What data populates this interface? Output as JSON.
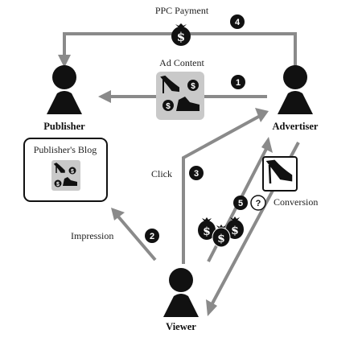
{
  "labels": {
    "ppc_payment": "PPC Payment",
    "ad_content": "Ad Content",
    "publisher": "Publisher",
    "advertiser": "Advertiser",
    "publishers_blog": "Publisher's Blog",
    "click": "Click",
    "impression": "Impression",
    "conversion": "Conversion",
    "viewer": "Viewer"
  },
  "steps": {
    "one": "1",
    "two": "2",
    "three": "3",
    "four": "4",
    "five": "5",
    "unknown": "?"
  },
  "symbols": {
    "dollar": "$"
  },
  "colors": {
    "arrow": "#8a8a8a",
    "figure": "#111111",
    "ad_box": "#c9c9c9",
    "badge": "#111111"
  },
  "icons": [
    "money-bag-icon",
    "high-heel-shoe-icon",
    "men-shoe-icon",
    "person-icon"
  ]
}
